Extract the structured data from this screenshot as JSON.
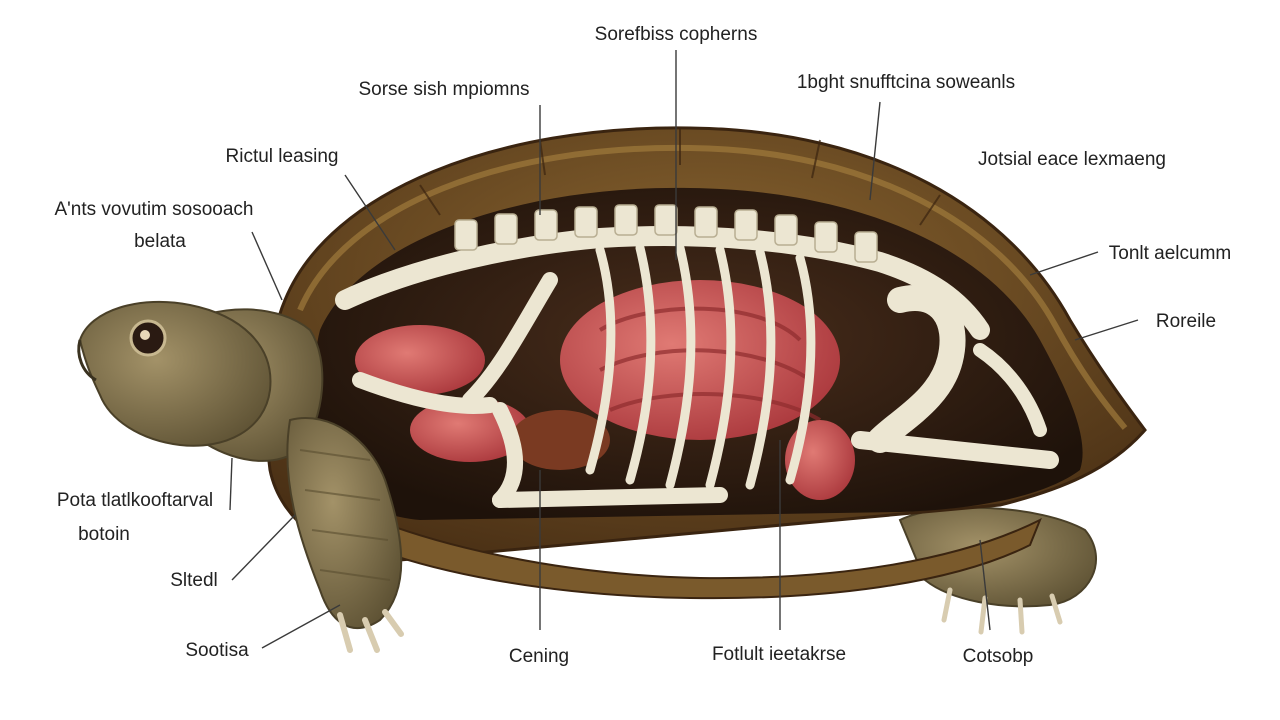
{
  "diagram": {
    "labels": [
      {
        "id": "top-center",
        "text": "Sorefbiss copherns"
      },
      {
        "id": "top-left",
        "text": "Sorse sish mpiomns"
      },
      {
        "id": "top-right",
        "text": "1bght snufftcina soweanls"
      },
      {
        "id": "upper-left",
        "text": "Rictul leasing"
      },
      {
        "id": "upper-right",
        "text": "Jotsial eace lexmaeng"
      },
      {
        "id": "left-a",
        "text": "A'nts vovutim sosooach"
      },
      {
        "id": "left-a-2",
        "text": "belata"
      },
      {
        "id": "right-a",
        "text": "Tonlt aelcumm"
      },
      {
        "id": "right-b",
        "text": "Roreile"
      },
      {
        "id": "left-b",
        "text": "Pota tlatlkooftarval"
      },
      {
        "id": "left-b-2",
        "text": "botoin"
      },
      {
        "id": "left-c",
        "text": "Sltedl"
      },
      {
        "id": "bottom-left",
        "text": "Sootisa"
      },
      {
        "id": "bottom-center",
        "text": "Cening"
      },
      {
        "id": "bottom-mid",
        "text": "Fotlult ieetakrse"
      },
      {
        "id": "bottom-right",
        "text": "Cotsobp"
      }
    ]
  },
  "colors": {
    "shell": "#6b4a22",
    "shell_edge": "#a07a3c",
    "cavity": "#2a1a10",
    "bone": "#ece6d2",
    "organ": "#c9484a",
    "skin": "#7b6a44"
  }
}
